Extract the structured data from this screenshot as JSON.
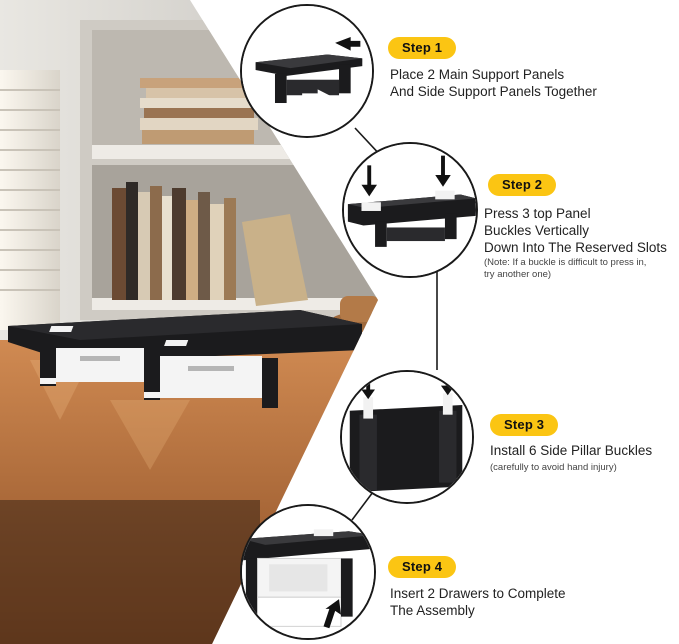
{
  "steps": [
    {
      "badge": "Step 1",
      "lines": [
        "Place 2 Main Support Panels",
        "And Side Support Panels Together"
      ],
      "note": []
    },
    {
      "badge": "Step 2",
      "lines": [
        "Press 3 top Panel",
        "Buckles Vertically",
        "Down Into The Reserved Slots"
      ],
      "note": [
        "(Note: If a buckle is difficult to press in,",
        "try another one)"
      ]
    },
    {
      "badge": "Step 3",
      "lines": [
        "Install 6 Side Pillar Buckles"
      ],
      "note": [
        "(carefully to avoid hand injury)"
      ]
    },
    {
      "badge": "Step 4",
      "lines": [
        "Insert 2 Drawers to Complete",
        "The Assembly"
      ],
      "note": []
    }
  ],
  "colors": {
    "badge": "#fbc513",
    "text": "#222222",
    "circle_border": "#1a1a1a",
    "panel_black": "#1b1b1d",
    "drawer_white": "#f4f4f4",
    "wood": "#b9733f"
  }
}
